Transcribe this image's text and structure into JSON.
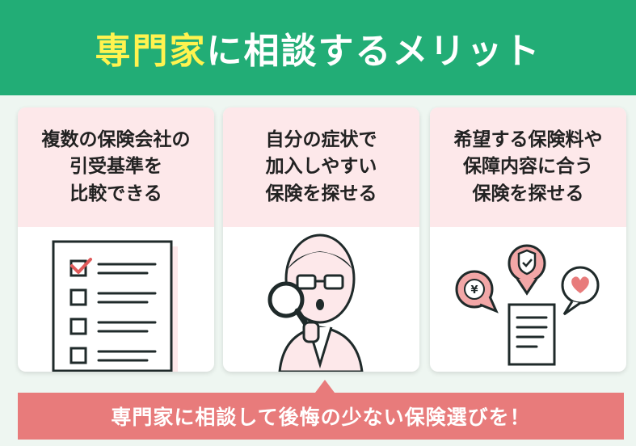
{
  "header": {
    "title_highlight": "専門家",
    "title_rest": "に相談するメリット",
    "bg_color": "#22ad76",
    "highlight_color": "#fff34f"
  },
  "cards": [
    {
      "lines": [
        "複数の保険会社の",
        "引受基準を",
        "比較できる"
      ],
      "icon": "checklist-icon"
    },
    {
      "lines": [
        "自分の症状で",
        "加入しやすい",
        "保険を探せる"
      ],
      "icon": "person-magnifier-icon"
    },
    {
      "lines": [
        "希望する保険料や",
        "保障内容に合う",
        "保険を探せる"
      ],
      "icon": "document-speech-bubbles-icon"
    }
  ],
  "illustration": {
    "yen_symbol": "¥"
  },
  "footer": {
    "text": "専門家に相談して後悔の少ない保険選びを！",
    "bg_color": "#e87b7b"
  },
  "colors": {
    "card_top": "#fde8ea",
    "background": "#eef6f1"
  }
}
